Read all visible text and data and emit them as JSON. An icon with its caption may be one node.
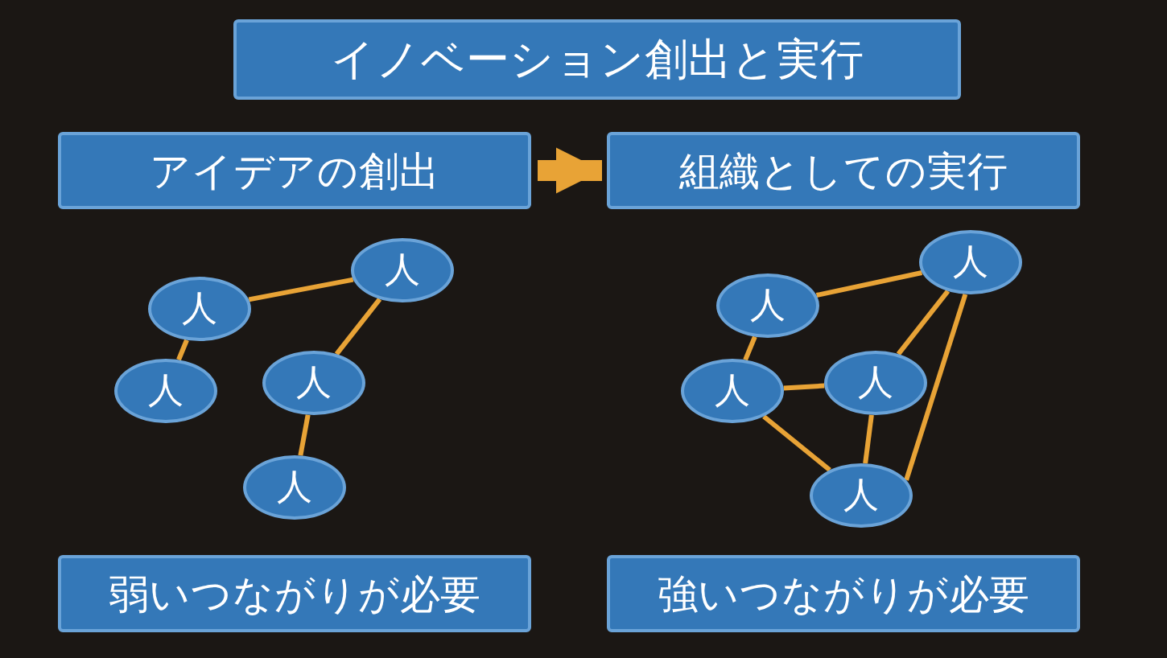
{
  "diagram": {
    "title": "イノベーション創出と実行",
    "nodes": [
      {
        "text": [
          "アイデアの創出"
        ]
      },
      {
        "text": [
          "組織としての実行"
        ]
      },
      {
        "text": [
          "人"
        ]
      },
      {
        "text": [
          "人"
        ]
      },
      {
        "text": [
          "人"
        ]
      },
      {
        "text": [
          "人"
        ]
      },
      {
        "text": [
          "人"
        ]
      },
      {
        "text": [
          "人"
        ]
      },
      {
        "text": [
          "人"
        ]
      },
      {
        "text": [
          "人"
        ]
      },
      {
        "text": [
          "人"
        ]
      },
      {
        "text": [
          "人"
        ]
      },
      {
        "text": [
          "弱いつながりが必要"
        ]
      },
      {
        "text": [
          "強いつながりが必要"
        ]
      }
    ],
    "edges": [
      {
        "from": 0,
        "to": 1,
        "arrow": "to",
        "style": "thick"
      },
      {
        "from": 2,
        "to": 3,
        "arrow": "none"
      },
      {
        "from": 2,
        "to": 4,
        "arrow": "none"
      },
      {
        "from": 3,
        "to": 5,
        "arrow": "none"
      },
      {
        "from": 5,
        "to": 6,
        "arrow": "none"
      },
      {
        "from": 7,
        "to": 8,
        "arrow": "none"
      },
      {
        "from": 7,
        "to": 9,
        "arrow": "none"
      },
      {
        "from": 9,
        "to": 10,
        "arrow": "none"
      },
      {
        "from": 8,
        "to": 10,
        "arrow": "none"
      },
      {
        "from": 8,
        "to": 11,
        "arrow": "none"
      },
      {
        "from": 9,
        "to": 11,
        "arrow": "none"
      },
      {
        "from": 10,
        "to": 11,
        "arrow": "none"
      }
    ]
  }
}
